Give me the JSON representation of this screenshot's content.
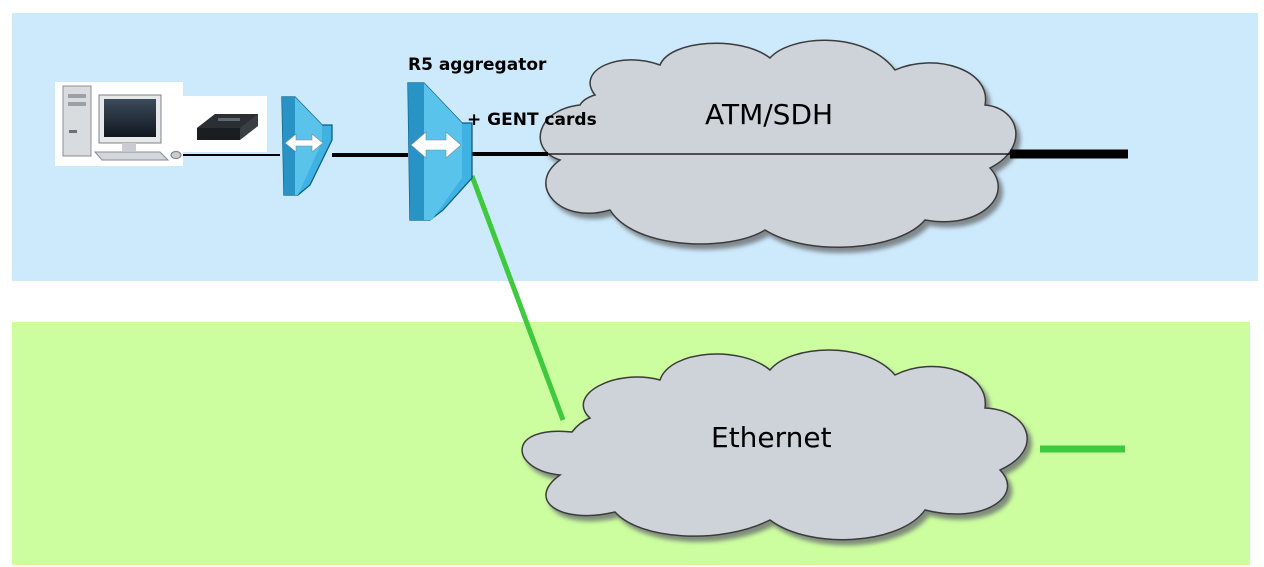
{
  "labels": {
    "aggregator": "R5 aggregator",
    "gent_cards": "+ GENT cards"
  },
  "clouds": {
    "atm_sdh": "ATM/SDH",
    "ethernet": "Ethernet"
  },
  "colors": {
    "atm_zone": "#cdeafd",
    "ethernet_zone": "#ccfe9f",
    "cloud_fill": "#cdd3d9",
    "switch_blue": "#2ea9dc",
    "trunk_line": "#000000",
    "ethernet_link": "#3ec93e"
  },
  "icons": [
    "desktop-computer-icon",
    "modem-icon",
    "access-switch-icon",
    "aggregator-switch-icon"
  ]
}
